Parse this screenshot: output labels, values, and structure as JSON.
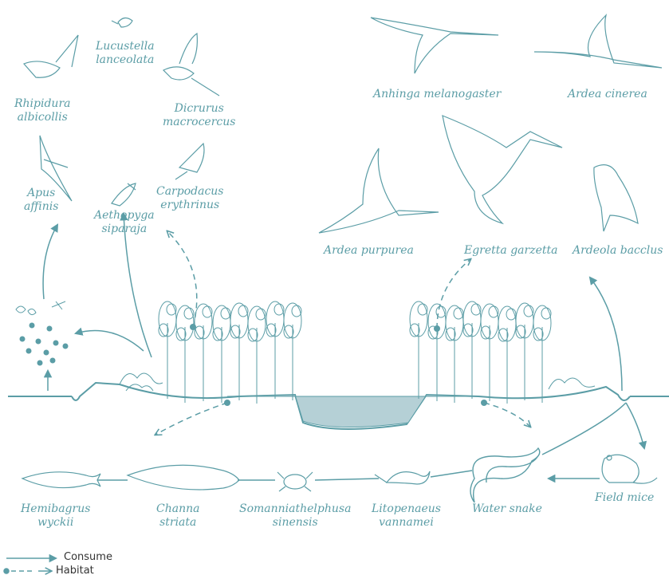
{
  "colors": {
    "stroke": "#5b9da6",
    "water": "#b5d0d6",
    "label": "#5b9da6"
  },
  "species": {
    "lucustella": [
      "Lucustella",
      "lanceolata"
    ],
    "rhipidura": [
      "Rhipidura",
      "albicollis"
    ],
    "dicrurus": [
      "Dicrurus",
      "macrocercus"
    ],
    "apus": [
      "Apus",
      "affinis"
    ],
    "carpodacus": [
      "Carpodacus",
      "erythrinus"
    ],
    "aethopyga": [
      "Aethopyga",
      "siparaja"
    ],
    "anhinga": "Anhinga melanogaster",
    "ardea_cinerea": "Ardea cinerea",
    "ardea_purpurea": "Ardea purpurea",
    "egretta": "Egretta garzetta",
    "ardeola": "Ardeola bacclus",
    "hemibagrus": [
      "Hemibagrus",
      "wyckii"
    ],
    "channa": [
      "Channa",
      "striata"
    ],
    "somanniathelphusa": [
      "Somanniathelphusa",
      "sinensis"
    ],
    "litopenaeus": [
      "Litopenaeus",
      "vannamei"
    ],
    "water_snake": "Water snake",
    "field_mice": "Field mice"
  },
  "legend": {
    "consume": "Consume",
    "habitat": "Habitat"
  },
  "icons": [
    "bird-icon",
    "heron-icon",
    "insect-icon",
    "tree-icon",
    "fish-icon",
    "crab-icon",
    "shrimp-icon",
    "snake-icon",
    "mouse-icon"
  ]
}
